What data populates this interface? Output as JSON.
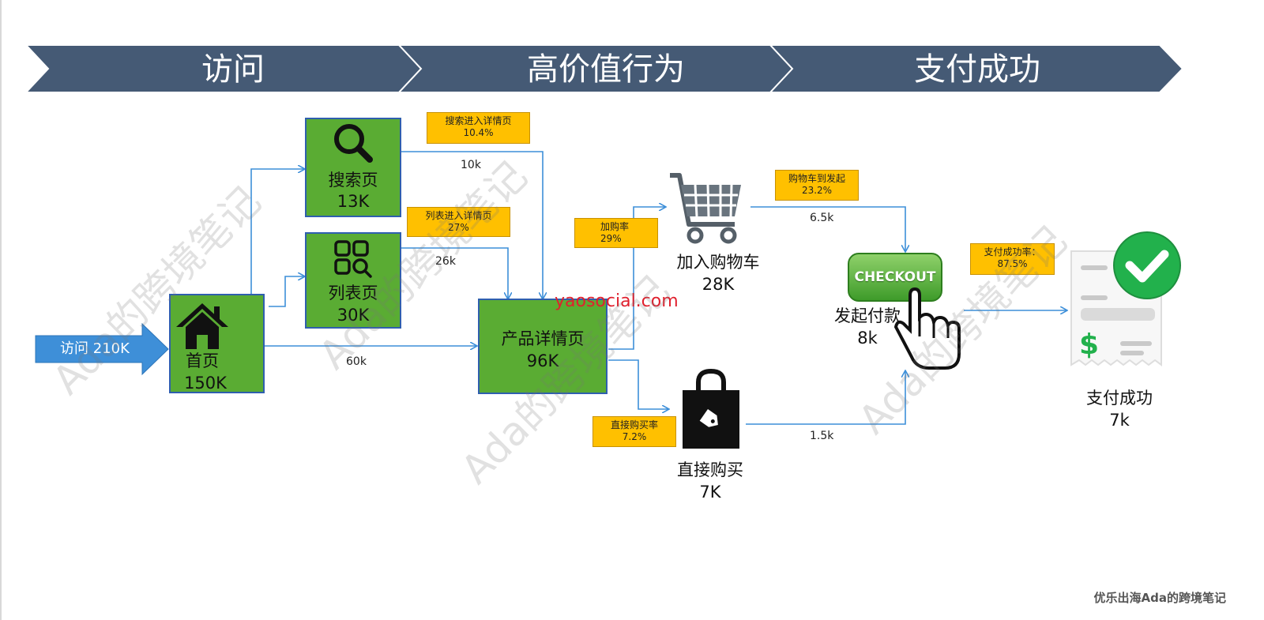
{
  "stages": [
    "访问",
    "高价值行为",
    "支付成功"
  ],
  "entry": {
    "label": "访问 210K"
  },
  "nodes": {
    "home": {
      "name": "首页",
      "count": "150K"
    },
    "search": {
      "name": "搜索页",
      "count": "13K"
    },
    "list": {
      "name": "列表页",
      "count": "30K"
    },
    "detail": {
      "name": "产品详情页",
      "count": "96K"
    },
    "cart": {
      "name": "加入购物车",
      "count": "28K"
    },
    "direct": {
      "name": "直接购买",
      "count": "7K"
    },
    "checkout": {
      "name": "发起付款",
      "count": "8k",
      "button": "CHECKOUT"
    },
    "paid": {
      "name": "支付成功",
      "count": "7k"
    }
  },
  "rates": {
    "search_to_detail": {
      "label": "搜索进入详情页",
      "value": "10.4%"
    },
    "list_to_detail": {
      "label": "列表进入详情页",
      "value": "27%"
    },
    "add_to_cart": {
      "label": "加购率",
      "value": "29%"
    },
    "direct_buy": {
      "label": "直接购买率",
      "value": "7.2%"
    },
    "cart_to_checkout": {
      "label": "购物车到发起",
      "value": "23.2%"
    },
    "pay_success": {
      "label": "支付成功率：",
      "value": "87.5%"
    }
  },
  "flows": {
    "search_detail": "10k",
    "list_detail": "26k",
    "home_detail": "60k",
    "cart_checkout": "6.5k",
    "direct_checkout": "1.5k"
  },
  "overlay": {
    "site": "yaosocial.com",
    "watermark": "Ada的跨境笔记"
  },
  "footer": {
    "brand": "优乐出海Ada的跨境笔记"
  },
  "colors": {
    "banner": "#455a75",
    "node_green": "#5aac33",
    "node_border": "#2f5fae",
    "tag_yellow": "#ffc000",
    "arrow_blue": "#3d8fd9",
    "site_red": "#e0202e"
  }
}
